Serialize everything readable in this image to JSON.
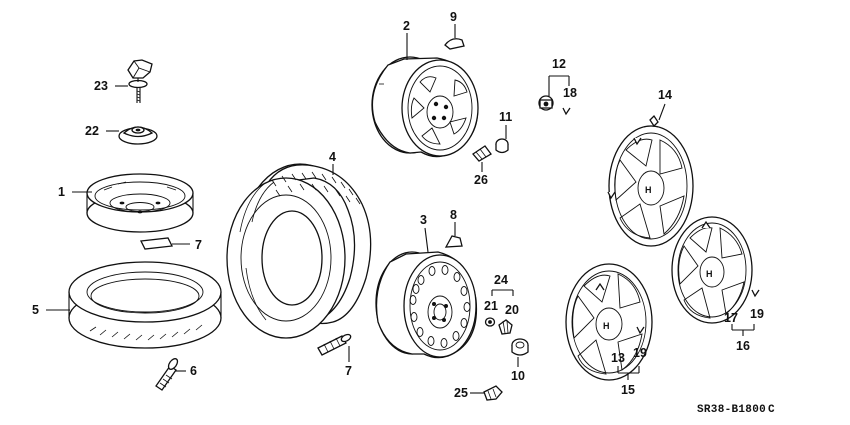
{
  "diagram": {
    "code": "SR38-B1800",
    "code_suffix": "C",
    "labels": {
      "n1": "1",
      "n2": "2",
      "n3": "3",
      "n4": "4",
      "n5": "5",
      "n6": "6",
      "n7a": "7",
      "n7b": "7",
      "n8": "8",
      "n9": "9",
      "n10": "10",
      "n11": "11",
      "n12": "12",
      "n13": "13",
      "n14": "14",
      "n15": "15",
      "n16": "16",
      "n17": "17",
      "n18": "18",
      "n19a": "19",
      "n19b": "19",
      "n20": "20",
      "n21": "21",
      "n22": "22",
      "n23": "23",
      "n24": "24",
      "n25": "25",
      "n26": "26"
    }
  }
}
